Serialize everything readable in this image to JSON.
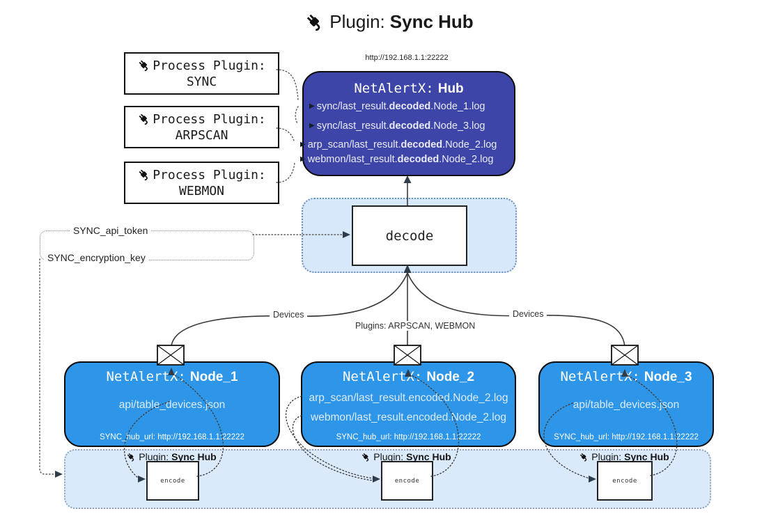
{
  "page_title": {
    "prefix": "Plugin:",
    "name": "Sync Hub"
  },
  "hub": {
    "url": "http://192.168.1.1:22222",
    "title_prefix": "NetAlertX:",
    "title_name": "Hub",
    "entry_marker": "▶",
    "entries": [
      {
        "pre": "sync/last_result.",
        "bold": "decoded",
        "post": ".Node_1.log"
      },
      {
        "pre": "sync/last_result.",
        "bold": "decoded",
        "post": ".Node_3.log"
      },
      {
        "pre": "arp_scan/last_result.",
        "bold": "decoded",
        "post": ".Node_2.log"
      },
      {
        "pre": "webmon/last_result.",
        "bold": "decoded",
        "post": ".Node_2.log"
      }
    ]
  },
  "process_plugins": [
    {
      "label": "Process Plugin:",
      "name": "SYNC"
    },
    {
      "label": "Process Plugin:",
      "name": "ARPSCAN"
    },
    {
      "label": "Process Plugin:",
      "name": "WEBMON"
    }
  ],
  "decode": {
    "label": "decode"
  },
  "settings": {
    "api_token": "SYNC_api_token",
    "encryption_key": "SYNC_encryption_key"
  },
  "edge_labels": {
    "devices_left": "Devices",
    "devices_right": "Devices",
    "plugins": "Plugins: ARPSCAN, WEBMON"
  },
  "nodes": [
    {
      "title_prefix": "NetAlertX:",
      "title_name": "Node_1",
      "files": [
        "api/table_devices.json"
      ],
      "hub_url": "SYNC_hub_url: http://192.168.1.1:22222"
    },
    {
      "title_prefix": "NetAlertX:",
      "title_name": "Node_2",
      "files": [
        "arp_scan/last_result.encoded.Node_2.log",
        "webmon/last_result.encoded.Node_2.log"
      ],
      "hub_url": "SYNC_hub_url: http://192.168.1.1:22222"
    },
    {
      "title_prefix": "NetAlertX:",
      "title_name": "Node_3",
      "files": [
        "api/table_devices.json"
      ],
      "hub_url": "SYNC_hub_url: http://192.168.1.1:22222"
    }
  ],
  "encoder": {
    "label_prefix": "Plugin:",
    "label_name": "Sync Hub",
    "box_label": "encode"
  },
  "icons": {
    "plug": "power-plug",
    "envelope": "mail-envelope",
    "entry_marker": "▶"
  },
  "colors": {
    "hub_fill": "#3d45a9",
    "node_fill": "#2d96e9",
    "decode_panel_fill": "#d7e8fa",
    "decode_panel_border": "#6c8ebf",
    "bottom_panel_fill": "#dbeafa",
    "bottom_panel_border": "#93a4b8",
    "arrow": "#2e3d49"
  }
}
